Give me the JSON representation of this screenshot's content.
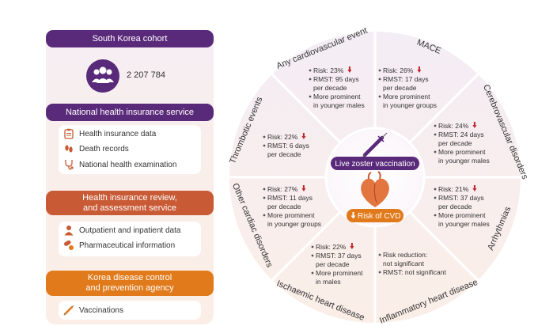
{
  "left": {
    "cohort_label": "South Korea cohort",
    "cohort_count": "2 207 784",
    "nhis": {
      "label": "National health insurance service",
      "items": [
        "Health insurance data",
        "Death records",
        "National health examination"
      ]
    },
    "hira": {
      "label_line1": "Health insurance review,",
      "label_line2": "and assessment service",
      "items": [
        "Outpatient and inpatient data",
        "Pharmaceutical information"
      ]
    },
    "kdca": {
      "label_line1": "Korea disease control",
      "label_line2": "and prevention agency",
      "items": [
        "Vaccinations"
      ]
    }
  },
  "center": {
    "vaccine_label": "Live zoster vaccination",
    "risk_label": "Risk of CVD"
  },
  "colors": {
    "purple": "#5a2a7a",
    "orange": "#c85a35",
    "amber": "#e07a1a",
    "down_arrow": "#c0262c"
  },
  "segments": [
    {
      "title": "MACE",
      "lines": [
        "Risk: 26%",
        "RMST: 17 days",
        "per decade",
        "More prominent",
        "in younger groups"
      ]
    },
    {
      "title": "Cerebrovascular disorders",
      "lines": [
        "Risk: 24%",
        "RMST: 24 days",
        "per decade",
        "More prominent",
        "in younger males"
      ]
    },
    {
      "title": "Arrhythmias",
      "lines": [
        "Risk: 21%",
        "RMST: 37 days",
        "per decade",
        "More prominent",
        "in younger males"
      ]
    },
    {
      "title": "Inflammatory heart disease",
      "lines": [
        "Risk reduction:",
        "not significant",
        "RMST: not significant"
      ]
    },
    {
      "title": "Ischaemic heart disease",
      "lines": [
        "Risk: 22%",
        "RMST: 37 days",
        "per decade",
        "More prominent",
        "in males"
      ]
    },
    {
      "title": "Other cardiac disorders",
      "lines": [
        "Risk: 27%",
        "RMST: 11 days",
        "per decade",
        "More prominent",
        "in younger groups"
      ]
    },
    {
      "title": "Thrombotic events",
      "lines": [
        "Risk: 22%",
        "RMST: 6 days",
        "per decade"
      ]
    },
    {
      "title": "Any cardiovascular event",
      "lines": [
        "Risk: 23%",
        "RMST: 95 days",
        "per decade",
        "More prominent",
        "in younger males"
      ]
    }
  ]
}
